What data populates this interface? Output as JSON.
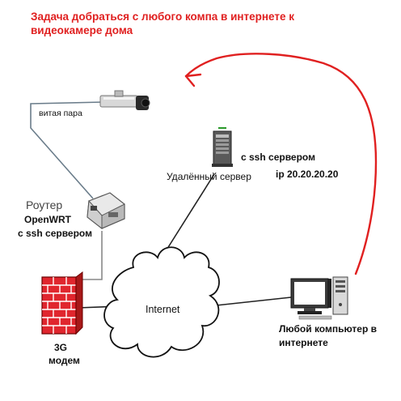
{
  "title": "Задача добраться с любого компа в интернете к видеокамере дома",
  "labels": {
    "twisted_pair": "витая пара",
    "router_caption": "Роутер",
    "router_name": "OpenWRT",
    "router_ssh": "с ssh сервером",
    "server_ssh": "с ssh сервером",
    "server_name": "Удалённый сервер",
    "server_ip": "ip 20.20.20.20",
    "internet": "Internet",
    "modem_line1": "3G",
    "modem_line2": "модем",
    "computer_line1": "Любой компьютер в",
    "computer_line2": "интернете"
  },
  "colors": {
    "title": "#e02020",
    "arrow": "#e02020",
    "wire": "#222222",
    "firewall": "#e0262e"
  },
  "icons": [
    "camera-icon",
    "router-icon",
    "firewall-icon",
    "server-icon",
    "computer-icon",
    "cloud-icon"
  ]
}
